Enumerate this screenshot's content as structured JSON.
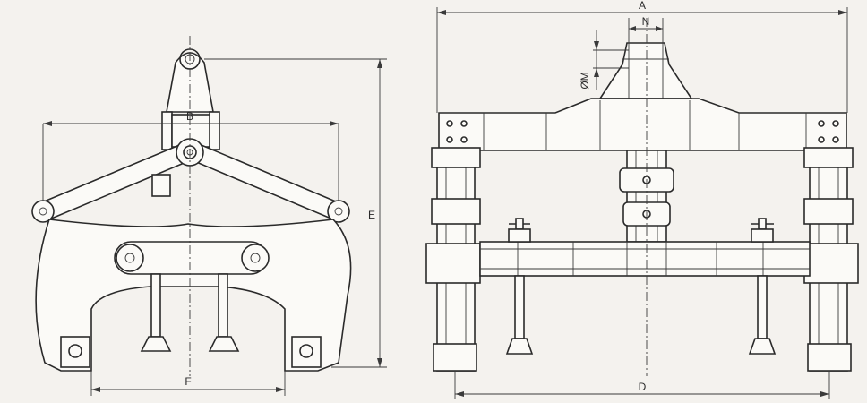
{
  "labels": {
    "A": "A",
    "B": "B",
    "D": "D",
    "E": "E",
    "F": "F",
    "N": "N",
    "M": "ØM"
  }
}
